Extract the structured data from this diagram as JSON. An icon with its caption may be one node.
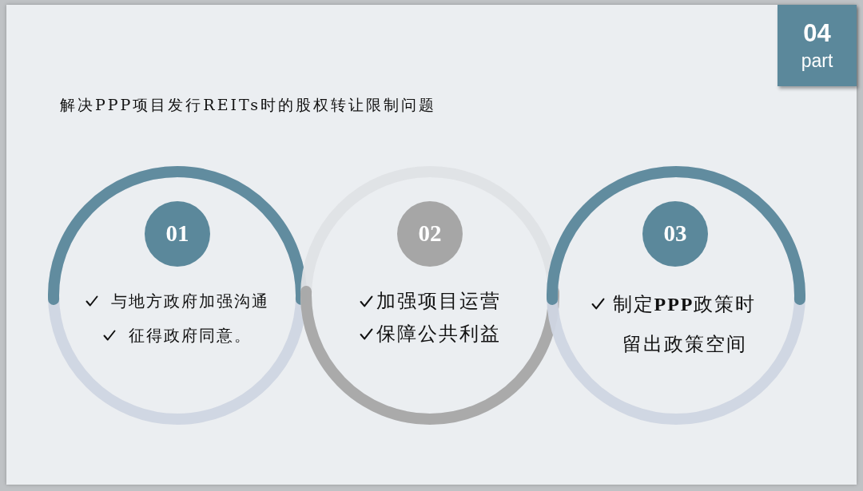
{
  "diagram": {
    "title": "解决PPP项目发行REITs时的股权转让限制问题",
    "nodes": [
      {
        "text": [
          "04",
          "part"
        ]
      },
      {
        "text": [
          "与地方政府加强沟通",
          "征得政府同意。"
        ]
      },
      {
        "text": [
          "01"
        ],
        "in": 1
      },
      {
        "text": [
          "加强项目运营",
          "保障公共利益"
        ]
      },
      {
        "text": [
          "02"
        ],
        "in": 3
      },
      {
        "text": [
          "制定**PPP**政策时留出政策空间"
        ]
      },
      {
        "text": [
          "03"
        ],
        "in": 5
      }
    ]
  }
}
